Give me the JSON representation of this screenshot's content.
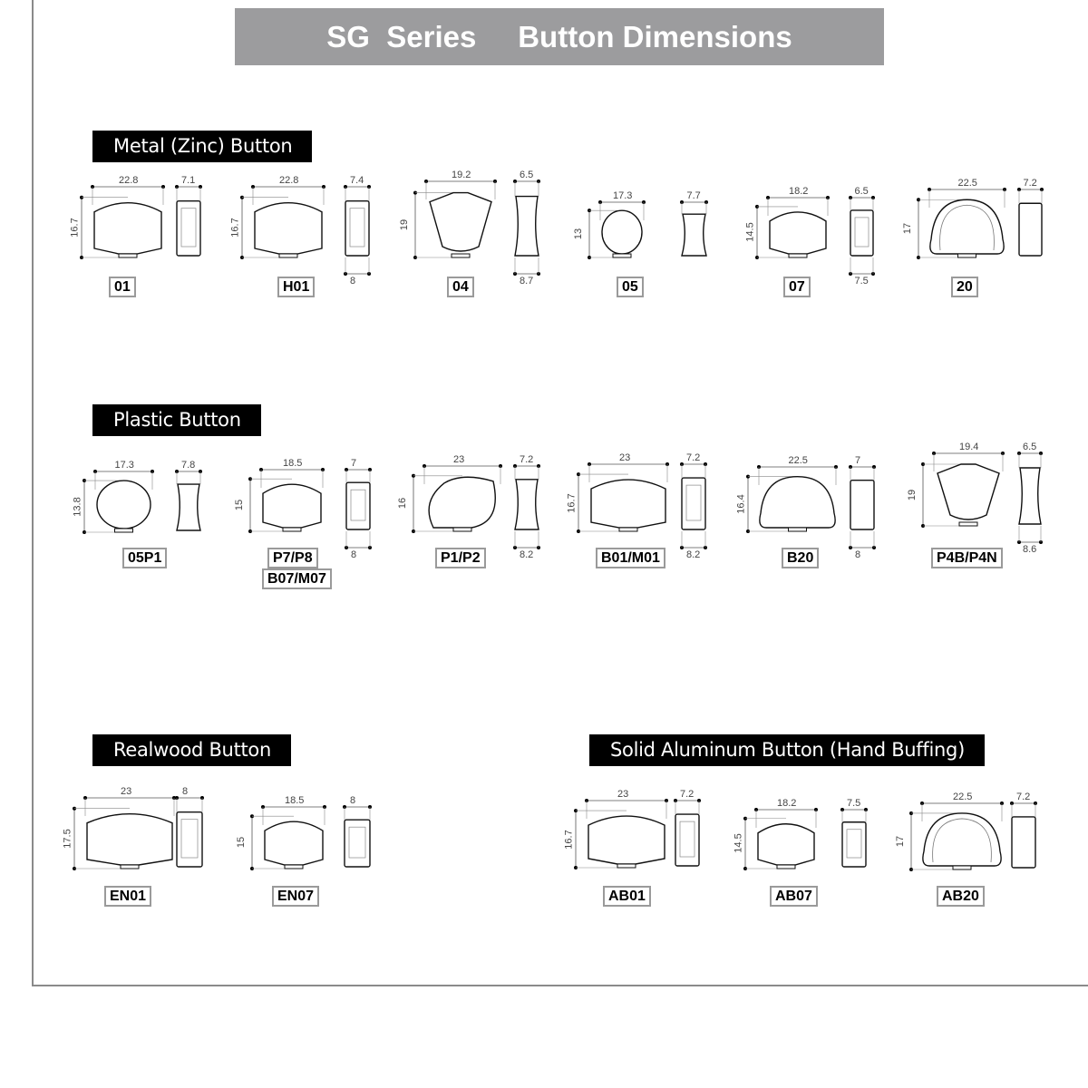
{
  "title": "SG  Series     Button Dimensions",
  "colors": {
    "banner_bg": "#9c9c9e",
    "section_bg": "#000000",
    "frame": "#8a8a8a",
    "code_border": "#9a9a9a"
  },
  "sections": {
    "metal": {
      "label": "Metal (Zinc) Button"
    },
    "plastic": {
      "label": "Plastic Button"
    },
    "realwood": {
      "label": "Realwood Button"
    },
    "aluminum": {
      "label": "Solid Aluminum Button (Hand Buffing)"
    }
  },
  "items": {
    "m01": {
      "code": "01",
      "width": "22.8",
      "height": "16.7",
      "thick_top": "7.1",
      "thick_bottom": ""
    },
    "mh01": {
      "code": "H01",
      "width": "22.8",
      "height": "16.7",
      "thick_top": "7.4",
      "thick_bottom": "8"
    },
    "m04": {
      "code": "04",
      "width": "19.2",
      "height": "19",
      "thick_top": "6.5",
      "thick_bottom": "8.7"
    },
    "m05": {
      "code": "05",
      "width": "17.3",
      "height": "13",
      "thick_top": "7.7",
      "thick_bottom": ""
    },
    "m07": {
      "code": "07",
      "width": "18.2",
      "height": "14.5",
      "thick_top": "6.5",
      "thick_bottom": "7.5"
    },
    "m20": {
      "code": "20",
      "width": "22.5",
      "height": "17",
      "thick_top": "7.2",
      "thick_bottom": ""
    },
    "p05p1": {
      "code": "05P1",
      "width": "17.3",
      "height": "13.8",
      "thick_top": "7.8",
      "thick_bottom": ""
    },
    "pp7": {
      "code": "P7/P8",
      "code2": "B07/M07",
      "width": "18.5",
      "height": "15",
      "thick_top": "7",
      "thick_bottom": "8"
    },
    "pp1": {
      "code": "P1/P2",
      "width": "23",
      "height": "16",
      "thick_top": "7.2",
      "thick_bottom": "8.2"
    },
    "pb01": {
      "code": "B01/M01",
      "width": "23",
      "height": "16.7",
      "thick_top": "7.2",
      "thick_bottom": "8.2"
    },
    "pb20": {
      "code": "B20",
      "width": "22.5",
      "height": "16.4",
      "thick_top": "7",
      "thick_bottom": "8"
    },
    "pp4b": {
      "code": "P4B/P4N",
      "width": "19.4",
      "height": "19",
      "thick_top": "6.5",
      "thick_bottom": "8.6"
    },
    "en01": {
      "code": "EN01",
      "width": "23",
      "height": "17.5",
      "thick_top": "8",
      "thick_bottom": ""
    },
    "en07": {
      "code": "EN07",
      "width": "18.5",
      "height": "15",
      "thick_top": "8",
      "thick_bottom": ""
    },
    "ab01": {
      "code": "AB01",
      "width": "23",
      "height": "16.7",
      "thick_top": "7.2",
      "thick_bottom": ""
    },
    "ab07": {
      "code": "AB07",
      "width": "18.2",
      "height": "14.5",
      "thick_top": "7.5",
      "thick_bottom": ""
    },
    "ab20": {
      "code": "AB20",
      "width": "22.5",
      "height": "17",
      "thick_top": "7.2",
      "thick_bottom": ""
    }
  }
}
